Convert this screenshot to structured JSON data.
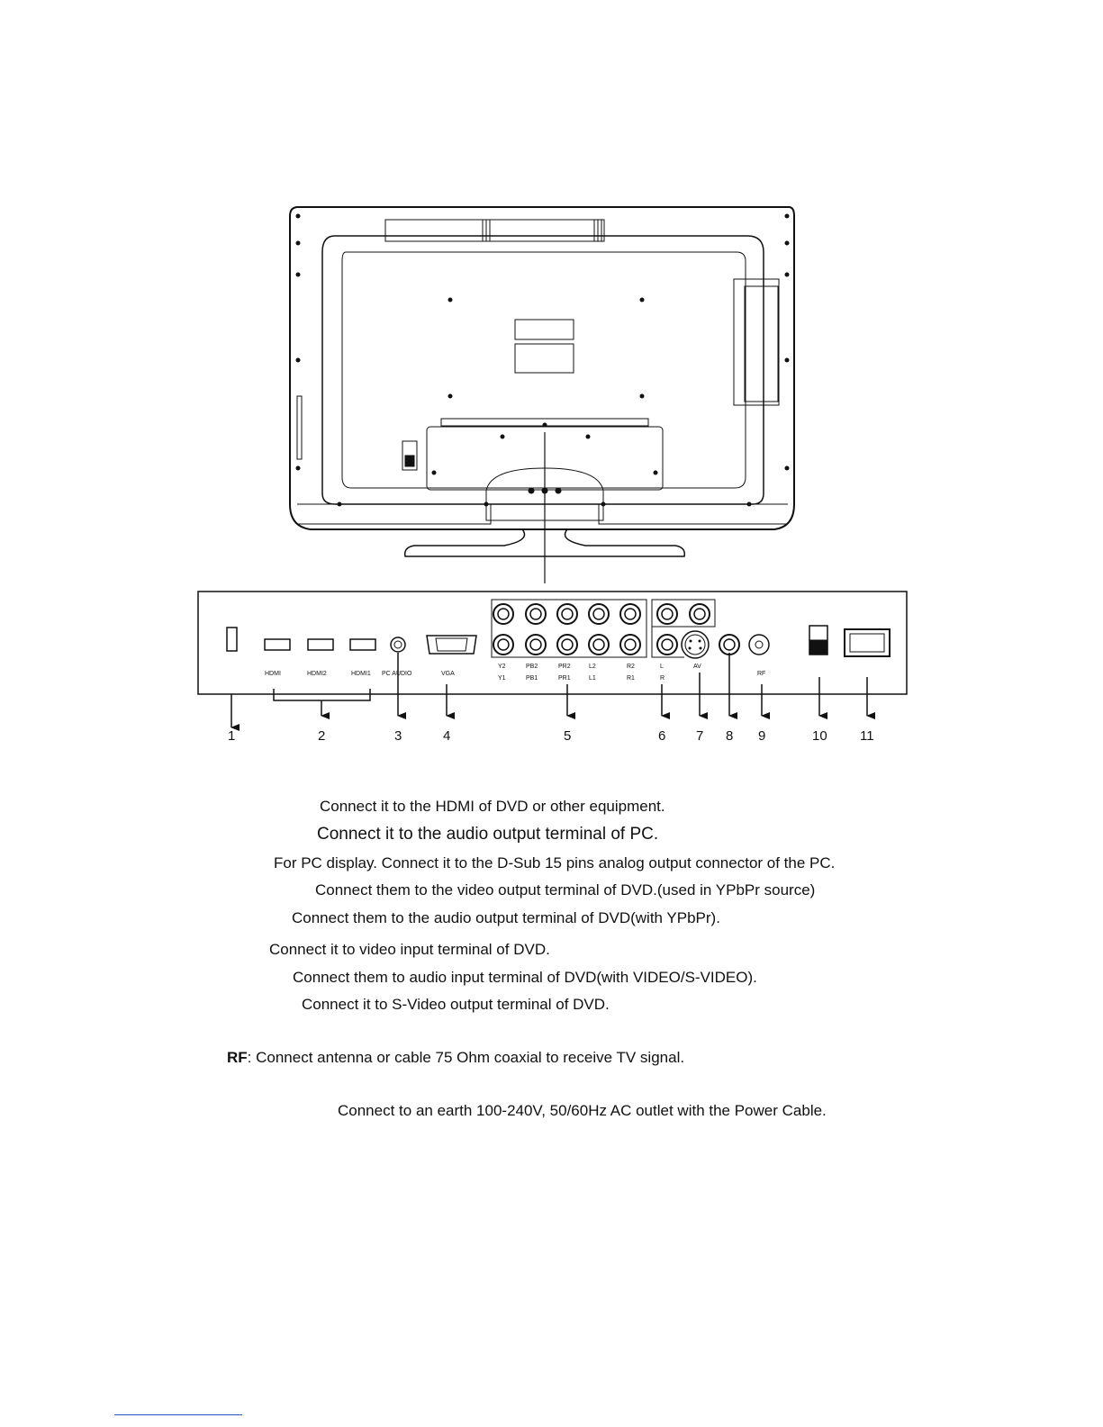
{
  "panel_labels": {
    "hdmi": "HDMI",
    "hdmi2": "HDMI2",
    "hdmi1": "HDMI1",
    "pc_audio": "PC AUDIO",
    "vga": "VGA",
    "y2": "Y2",
    "y1": "Y1",
    "pb2": "PB2",
    "pb1": "PB1",
    "pr2": "PR2",
    "pr1": "PR1",
    "l2": "L2",
    "l1": "L1",
    "r2": "R2",
    "r1": "R1",
    "l": "L",
    "r": "R",
    "av": "AV",
    "rf": "RF"
  },
  "callout_numbers": [
    "1",
    "2",
    "3",
    "4",
    "5",
    "6",
    "7",
    "8",
    "9",
    "10",
    "11"
  ],
  "descriptions": {
    "hdmi": "Connect it to the HDMI of DVD or other equipment.",
    "pc_audio": "Connect it to the audio output terminal of PC.",
    "vga": "For PC display. Connect it to the D-Sub 15 pins analog output connector of the PC.",
    "ypbpr_video": "Connect  them to the video output terminal of DVD.(used in YPbPr source)",
    "ypbpr_audio": "Connect them to the audio output terminal of DVD(with YPbPr).",
    "video_in": "Connect it to video  input terminal of DVD.",
    "audio_in": "Connect them to audio input  terminal of DVD(with VIDEO/S-VIDEO).",
    "svideo": "Connect it to S-Video output terminal of DVD.",
    "rf_label": "RF",
    "rf_text": ": Connect antenna or cable 75 Ohm coaxial to receive TV signal.",
    "power": "Connect to an earth 100-240V, 50/60Hz AC outlet with the Power Cable."
  },
  "colors": {
    "ink": "#111111",
    "link": "#2a52be",
    "background": "#ffffff"
  }
}
